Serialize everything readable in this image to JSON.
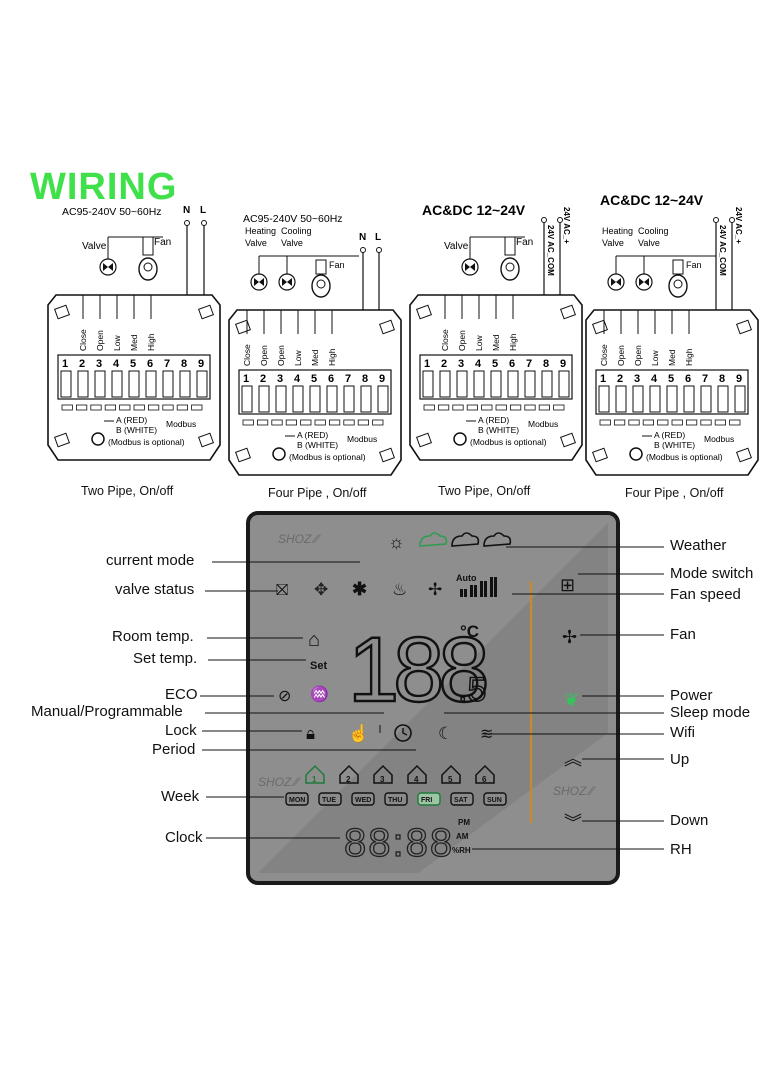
{
  "title": "WIRING",
  "panels": [
    {
      "supply": "AC95-240V  50~60Hz",
      "n_label": "N",
      "l_label": "L",
      "heating_label": "",
      "cooling_label": "",
      "valve_label": "Valve",
      "fan_label": "Fan",
      "terminals": [
        "Close",
        "Open",
        "Low",
        "Med",
        "High"
      ],
      "numbers": [
        "1",
        "2",
        "3",
        "4",
        "5",
        "6",
        "7",
        "8",
        "9"
      ],
      "modbus_a": "A (RED)",
      "modbus_b": "B (WHITE)",
      "modbus": "Modbus",
      "modbus_opt": "(Modbus is optional)",
      "caption": "Two Pipe, On/off"
    },
    {
      "supply": "AC95-240V  50~60Hz",
      "n_label": "N",
      "l_label": "L",
      "heating_label": "Heating",
      "cooling_label": "Cooling",
      "valve_label": "Valve",
      "valve_label2": "Valve",
      "fan_label": "Fan",
      "terminals": [
        "Close",
        "Open",
        "Open",
        "Low",
        "Med",
        "High"
      ],
      "numbers": [
        "1",
        "2",
        "3",
        "4",
        "5",
        "6",
        "7",
        "8",
        "9"
      ],
      "modbus_a": "A (RED)",
      "modbus_b": "B (WHITE)",
      "modbus": "Modbus",
      "modbus_opt": "(Modbus is optional)",
      "caption": "Four Pipe , On/off"
    },
    {
      "supply": "AC&DC 12~24V",
      "v1": "24V AC_COM",
      "v2": "24V AC_+",
      "v3": "",
      "heating_label": "",
      "cooling_label": "",
      "valve_label": "Valve",
      "fan_label": "Fan",
      "terminals": [
        "Close",
        "Open",
        "Low",
        "Med",
        "High"
      ],
      "numbers": [
        "1",
        "2",
        "3",
        "4",
        "5",
        "6",
        "7",
        "8",
        "9"
      ],
      "modbus_a": "A (RED)",
      "modbus_b": "B (WHITE)",
      "modbus": "Modbus",
      "modbus_opt": "(Modbus is optional)",
      "caption": "Two Pipe, On/off"
    },
    {
      "supply": "AC&DC 12~24V",
      "v1": "24V AC_COM",
      "v2": "24V AC_+",
      "heating_label": "Heating",
      "cooling_label": "Cooling",
      "valve_label": "Valve",
      "valve_label2": "Valve",
      "fan_label": "Fan",
      "terminals": [
        "Close",
        "Open",
        "Open",
        "Low",
        "Med",
        "High"
      ],
      "numbers": [
        "1",
        "2",
        "3",
        "4",
        "5",
        "6",
        "7",
        "8",
        "9"
      ],
      "modbus_a": "A (RED)",
      "modbus_b": "B (WHITE)",
      "modbus": "Modbus",
      "modbus_opt": "(Modbus is optional)",
      "caption": "Four Pipe , On/off"
    }
  ],
  "device": {
    "brand": "SHOZ",
    "display_digits": "188",
    "decimal_digit": "5",
    "unit": "°C",
    "set_label": "Set",
    "auto_label": "Auto",
    "clock_digits": "88:88",
    "pm": "PM",
    "am": "AM",
    "rh": "%RH",
    "days": [
      "MON",
      "TUE",
      "WED",
      "THU",
      "FRI",
      "SAT",
      "SUN"
    ],
    "periods": [
      "1",
      "2",
      "3",
      "4",
      "5",
      "6"
    ]
  },
  "callouts_left": [
    "current mode",
    "valve status",
    "Room temp.",
    "Set temp.",
    "ECO",
    "Manual/Programmable",
    "Lock",
    "Period",
    "Week",
    "Clock"
  ],
  "callouts_right": [
    "Weather",
    "Mode switch",
    "Fan speed",
    "Fan",
    "Power",
    "Sleep mode",
    "Wifi",
    "Up",
    "Down",
    "RH"
  ],
  "colors": {
    "title_green": "#3fe04a",
    "panel_face": "#8e8e8e",
    "panel_border": "#1a1a1a",
    "weather_green": "#2e9c4f",
    "power_green": "#33c45a",
    "accent_bar": "#c08a3c",
    "fri_green": "#1e7a3a"
  }
}
